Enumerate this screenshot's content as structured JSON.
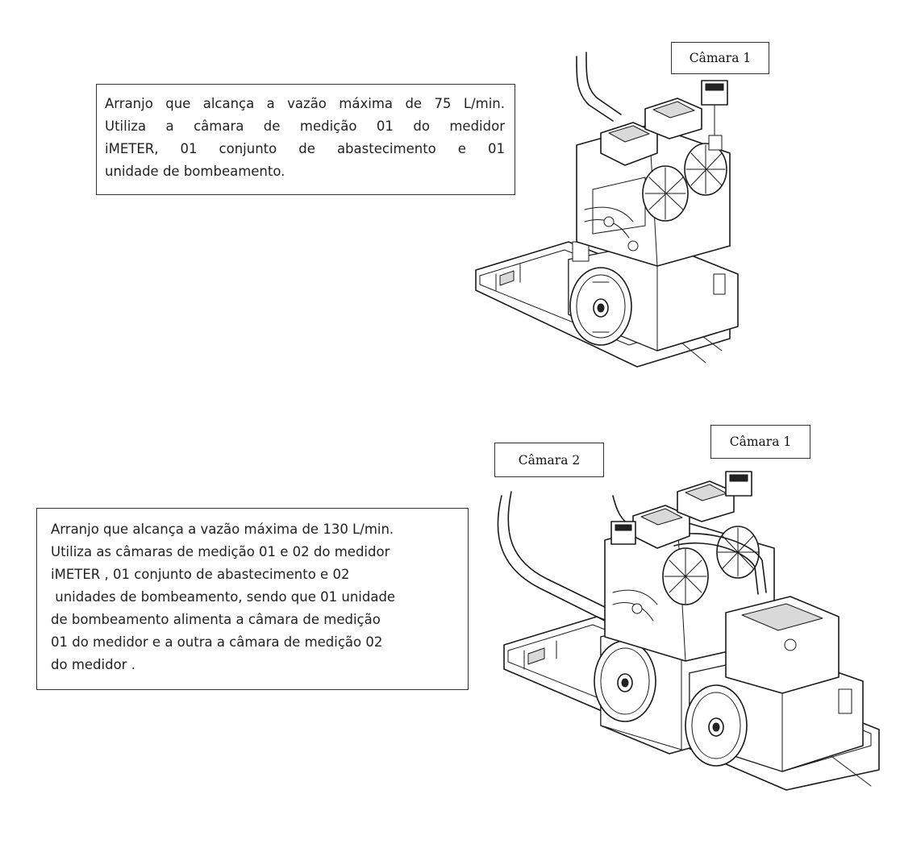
{
  "arrangement_75": {
    "description_lines": [
      "Arranjo que alcança a vazão máxima de 75 L/min.",
      "Utiliza a câmara de medição 01 do medidor",
      "iMETER, 01 conjunto de abastecimento e 01",
      "unidade de bombeamento."
    ],
    "chamber_label": "Câmara 1"
  },
  "arrangement_130": {
    "description_lines": [
      "Arranjo que alcança a vazão máxima de 130 L/min.",
      "Utiliza as câmaras de medição 01 e 02 do medidor",
      "iMETER , 01 conjunto de abastecimento e 02",
      " unidades de bombeamento, sendo que 01 unidade",
      "de bombeamento alimenta a câmara de medição",
      "01 do medidor e a outra a câmara de medição 02",
      "do medidor ."
    ],
    "chamber_labels": {
      "chamber_1": "Câmara 1",
      "chamber_2": "Câmara 2"
    }
  },
  "icons": {
    "single_unit_drawing": "pump-unit-single-drawing",
    "dual_unit_drawing": "pump-unit-dual-drawing"
  }
}
